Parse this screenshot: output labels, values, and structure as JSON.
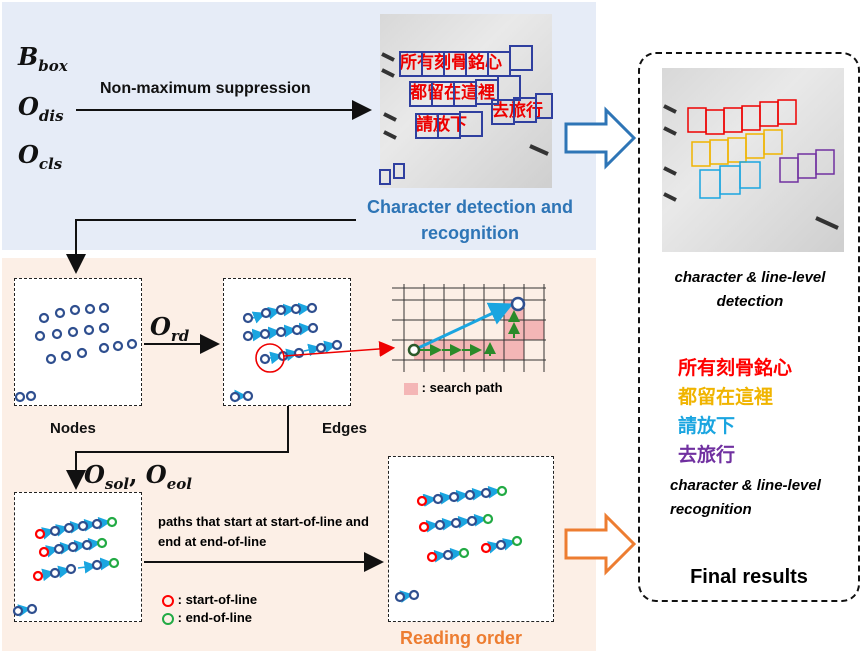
{
  "inputs": {
    "bbox": "B",
    "bbox_sub": "box",
    "dis": "O",
    "dis_sub": "dis",
    "cls": "O",
    "cls_sub": "cls"
  },
  "nms_label": "Non-maximum suppression",
  "detection_title": "Character detection and recognition",
  "graph": {
    "ord": "O",
    "ord_sub": "rd",
    "sol": "O",
    "sol_sub": "sol",
    "eol": "O",
    "eol_sub": "eol",
    "nodes_label": "Nodes",
    "edges_label": "Edges",
    "search_legend": ": search path",
    "paths_text": "paths that start at start-of-line and end at end-of-line",
    "sol_legend": ": start-of-line",
    "eol_legend": ": end-of-line",
    "reading_order": "Reading order"
  },
  "final": {
    "detect_caption": "character & line-level detection",
    "lines": [
      {
        "text": "所有刻骨銘心",
        "color": "#ff0000"
      },
      {
        "text": "都留在這裡",
        "color": "#f0b400"
      },
      {
        "text": "請放下",
        "color": "#1aa5e0"
      },
      {
        "text": "去旅行",
        "color": "#7030a0"
      }
    ],
    "recog_caption": "character & line-level recognition",
    "title": "Final results"
  },
  "photo_text": {
    "line1": "所有刻骨銘心",
    "line2": "都留在這裡",
    "line3": "請放下",
    "line4": "去旅行"
  },
  "colors": {
    "node": "#2f4f8f",
    "edge": "#1aa5e0",
    "start": "#ff0000",
    "end": "#22aa44",
    "arrow_blue": "#2e75b6",
    "arrow_orange": "#ed7d31"
  }
}
